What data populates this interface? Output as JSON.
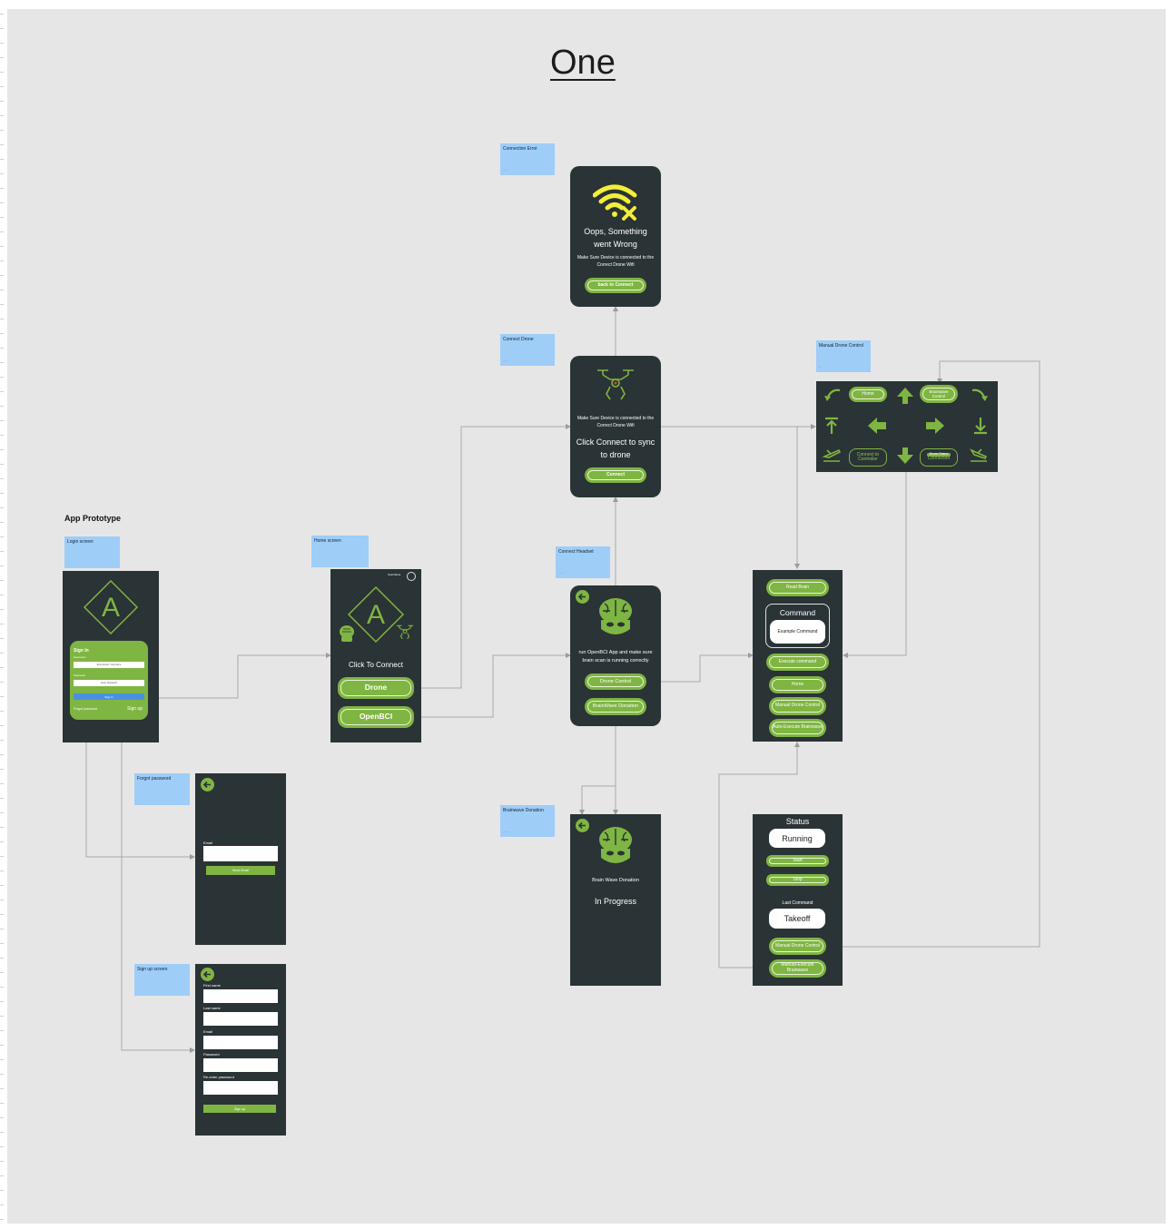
{
  "page": {
    "title": "One",
    "section_title": "App Prototype"
  },
  "colors": {
    "canvas": "#e6e6e6",
    "screen": "#2a3335",
    "accent": "#7fb542",
    "note": "#9ecdf8",
    "connector": "#aaaaaa",
    "signin_button": "#4a90e2",
    "wifi_icon": "#f2ee3a"
  },
  "notes": {
    "connection_error": "Connection Error",
    "connect_drone": "Connect Drone",
    "manual_drone_control": "Manual Drone Control",
    "login": "Login screen",
    "home": "Home screen",
    "connect_headset": "Connect Headset",
    "forgot_password": "Forgot password",
    "brainwave_donation": "Brainwave Donation",
    "sign_up": "Sign up screen"
  },
  "login": {
    "sign_in_title": "Sign In",
    "username_label": "Username",
    "username_value": "Enter Email / Username",
    "password_label": "Password",
    "password_value": "Enter Password",
    "sign_in_button": "Sign in",
    "forgot_link": "Forgot password",
    "sign_up_link": "Sign up"
  },
  "home": {
    "username": "UserName",
    "click_to_connect": "Click To Connect",
    "drone_button": "Drone",
    "openbci_button": "OpenBCI"
  },
  "error_screen": {
    "heading": "Oops, Something went Wrong",
    "message": "Make Sure Device is connected to the Correct Drone Wifi",
    "button": "back to Connect"
  },
  "connect_drone": {
    "message": "Make Sure Device is connected to the Correct Drone Wifi",
    "heading": "Click Connect to sync to drone",
    "button": "Connect"
  },
  "headset": {
    "message": "run OpenBCI App and make sure brain scan is running correctly",
    "drone_control_button": "Drone Control",
    "brainwave_button": "BrainWave Donation"
  },
  "donation": {
    "label": "Brain Wave Donation",
    "status": "In Progress"
  },
  "forgot": {
    "email_label": "Email",
    "send_button": "Send Email"
  },
  "signup": {
    "first_name": "First name",
    "last_name": "Last name",
    "email": "Email",
    "password": "Password",
    "reenter_password": "Re-enter password",
    "button": "Sign up"
  },
  "control": {
    "home": "Home",
    "brainwave_control": "Brainwave Control",
    "connect_controller": "Connect to Controller",
    "drone_status_top": "Drone Status",
    "drone_status_bottom": "Connected"
  },
  "command_panel": {
    "read_brain": "Read Brain",
    "command_title": "Command",
    "example_command": "Example Command",
    "execute": "Execute command",
    "home": "Home",
    "manual": "Manual Drone Control",
    "auto": "Auto-Execute Brainwave"
  },
  "status_panel": {
    "title": "Status",
    "status_value": "Running",
    "start": "Start",
    "stop": "Stop",
    "last_command_label": "Last Command",
    "last_command_value": "Takeoff",
    "manual": "Manual Drone Control",
    "manual_execute": "Manual-Execute Brainwave"
  }
}
